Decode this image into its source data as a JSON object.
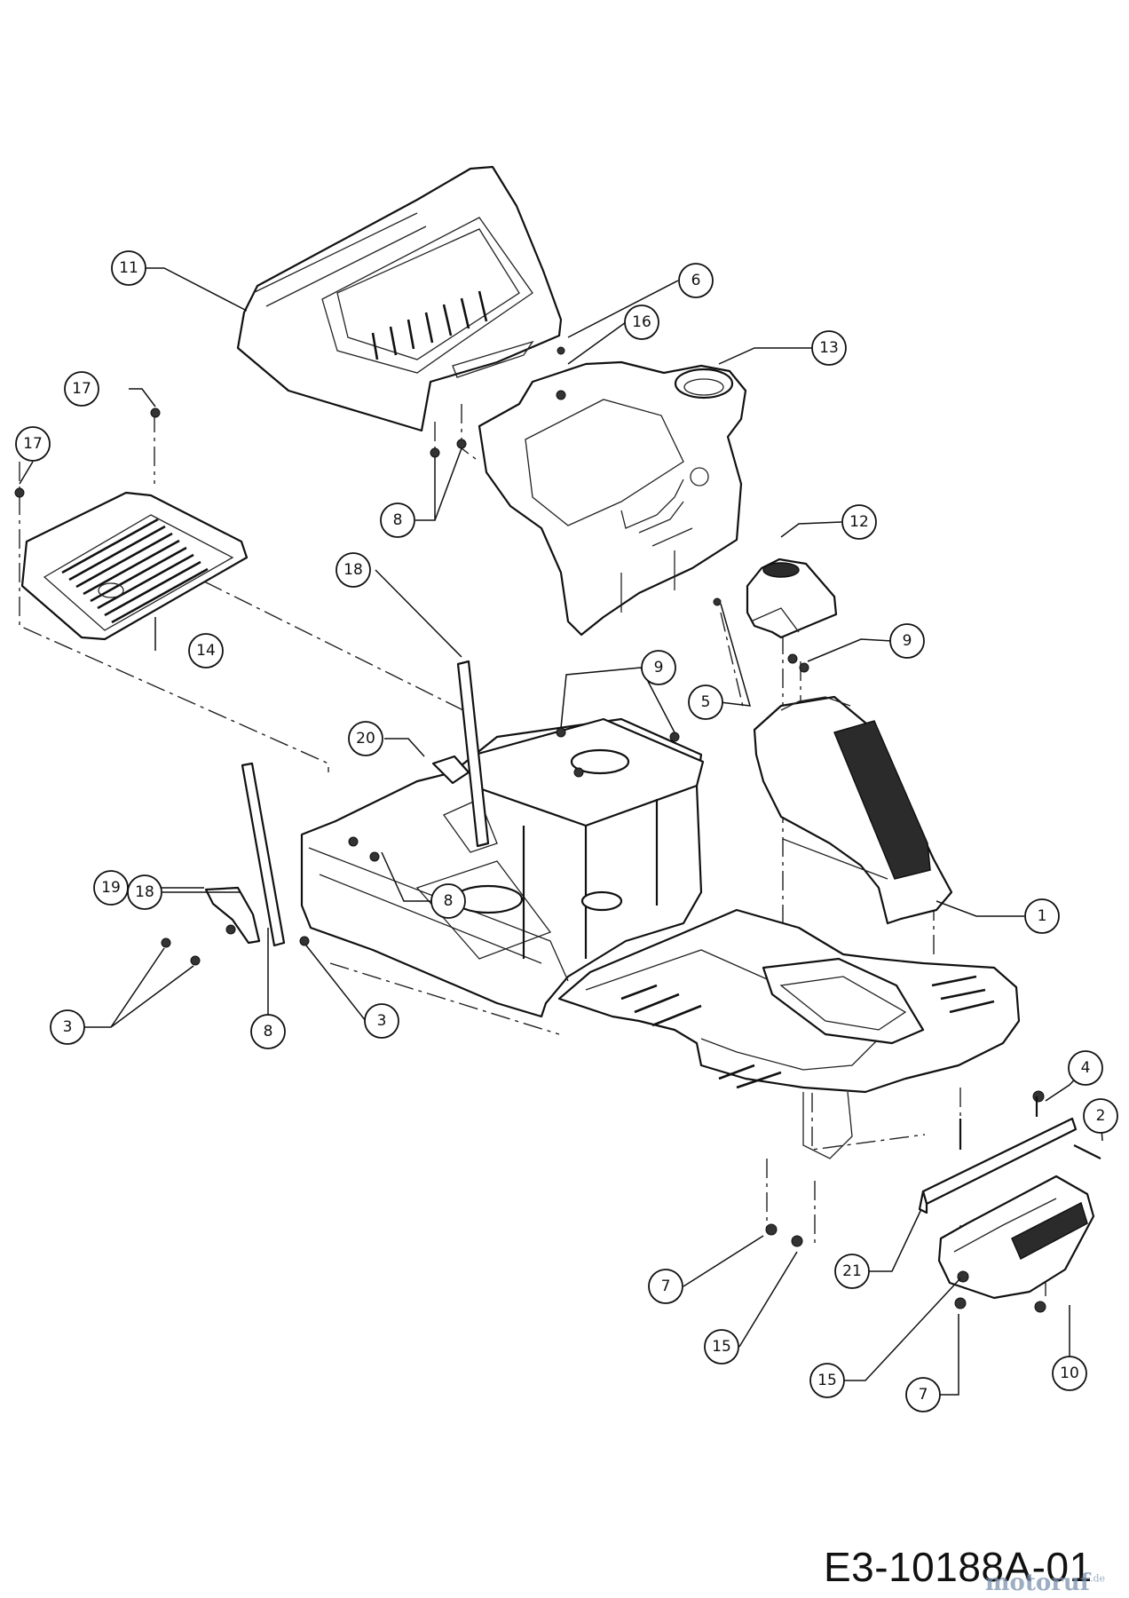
{
  "drawing_number": "E3-10188A-01",
  "watermark": {
    "name": "motoruf",
    "suffix": ".de"
  },
  "callouts": [
    {
      "id": "c-11",
      "label": "11"
    },
    {
      "id": "c-6",
      "label": "6"
    },
    {
      "id": "c-16",
      "label": "16"
    },
    {
      "id": "c-13",
      "label": "13"
    },
    {
      "id": "c-17a",
      "label": "17"
    },
    {
      "id": "c-17b",
      "label": "17"
    },
    {
      "id": "c-8a",
      "label": "8"
    },
    {
      "id": "c-12",
      "label": "12"
    },
    {
      "id": "c-14",
      "label": "14"
    },
    {
      "id": "c-18a",
      "label": "18"
    },
    {
      "id": "c-9a",
      "label": "9"
    },
    {
      "id": "c-9b",
      "label": "9"
    },
    {
      "id": "c-5",
      "label": "5"
    },
    {
      "id": "c-20",
      "label": "20"
    },
    {
      "id": "c-18b",
      "label": "18"
    },
    {
      "id": "c-8b",
      "label": "8"
    },
    {
      "id": "c-19",
      "label": "19"
    },
    {
      "id": "c-1",
      "label": "1"
    },
    {
      "id": "c-3a",
      "label": "3"
    },
    {
      "id": "c-8c",
      "label": "8"
    },
    {
      "id": "c-3b",
      "label": "3"
    },
    {
      "id": "c-4",
      "label": "4"
    },
    {
      "id": "c-2",
      "label": "2"
    },
    {
      "id": "c-21",
      "label": "21"
    },
    {
      "id": "c-7a",
      "label": "7"
    },
    {
      "id": "c-15a",
      "label": "15"
    },
    {
      "id": "c-15b",
      "label": "15"
    },
    {
      "id": "c-7b",
      "label": "7"
    },
    {
      "id": "c-10",
      "label": "10"
    }
  ]
}
